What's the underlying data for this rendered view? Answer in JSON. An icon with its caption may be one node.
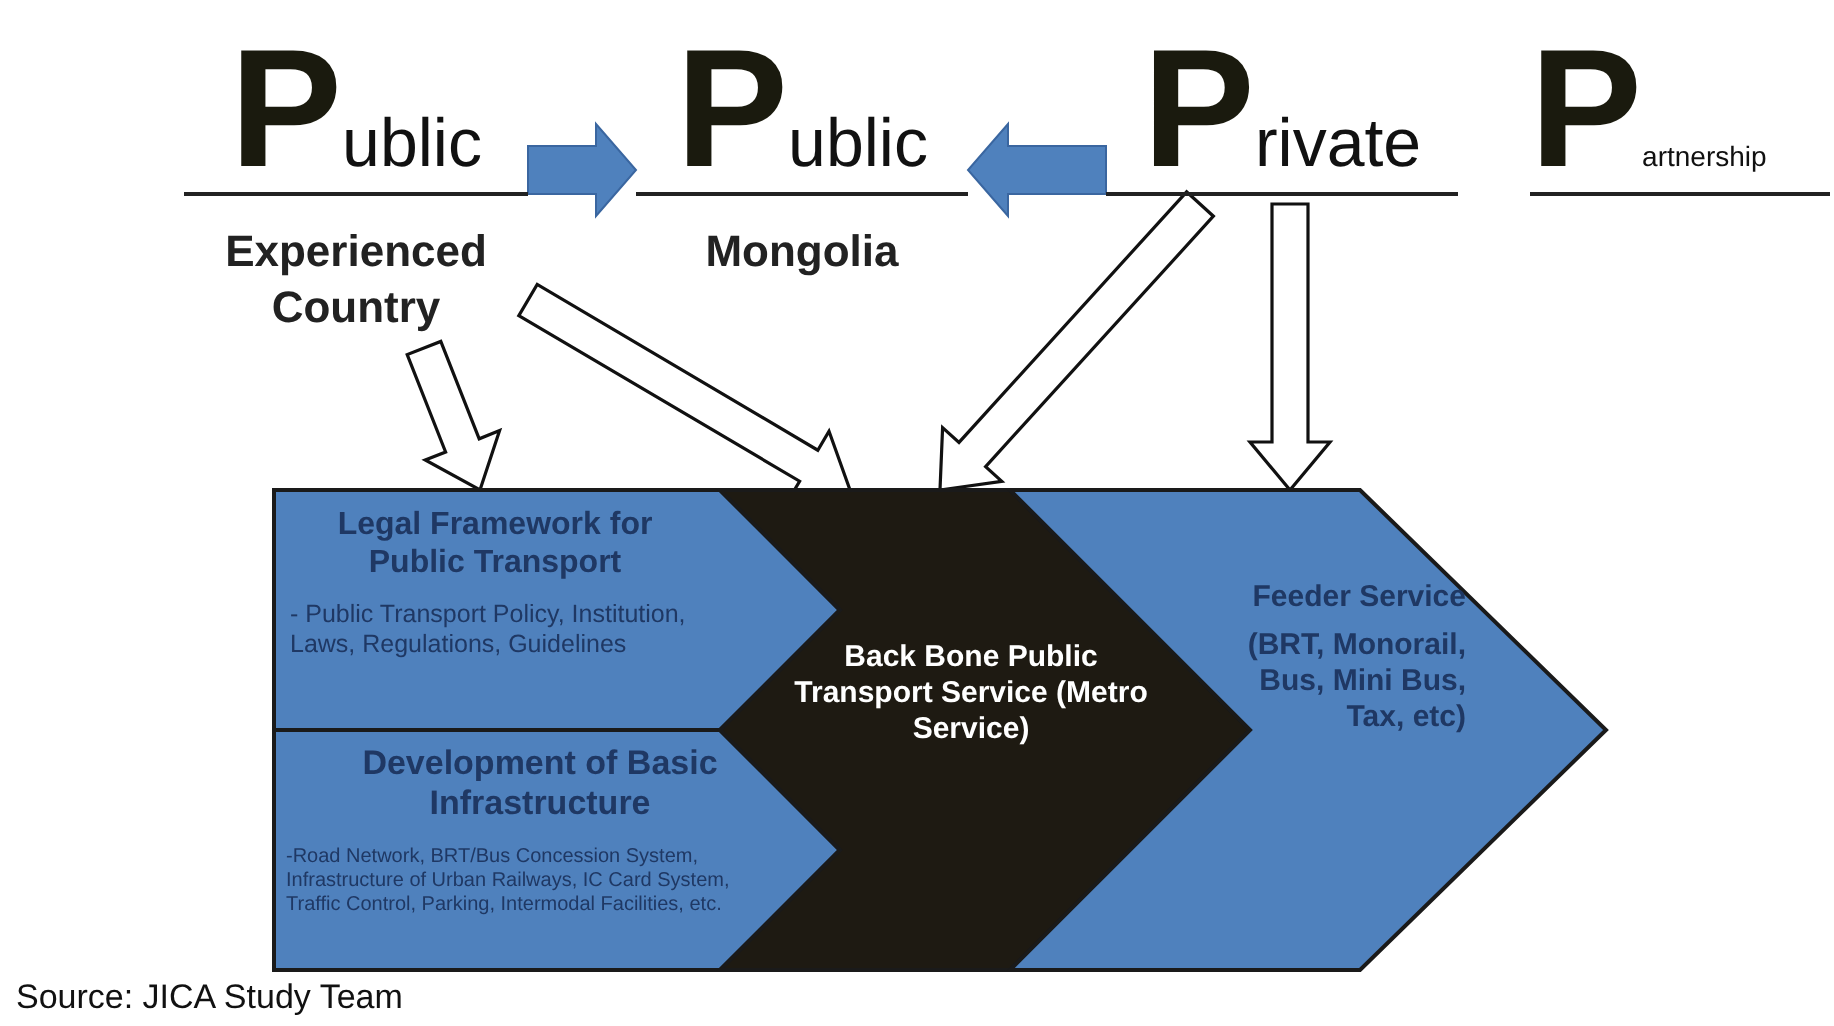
{
  "diagram": {
    "nodes": [
      {
        "text": [
          "Public",
          "Experienced Country"
        ]
      },
      {
        "text": [
          "Public",
          "Mongolia"
        ]
      },
      {
        "text": [
          "Private"
        ]
      },
      {
        "text": [
          "Legal Framework for Public Transport",
          "- Public Transport Policy, Institution, Laws, Regulations, Guidelines"
        ]
      },
      {
        "text": [
          "Development of Basic Infrastructure",
          "-Road Network, BRT/Bus Concession System, Infrastructure of Urban Railways, IC Card System, Traffic Control, Parking, Intermodal Facilities, etc."
        ]
      },
      {
        "text": [
          "Back Bone Public Transport Service (Metro Service)"
        ]
      },
      {
        "text": [
          "Feeder Service",
          "(BRT, Monorail, Bus, Mini Bus, Tax, etc)"
        ]
      }
    ],
    "edges": [
      {
        "from": 0,
        "to": 1,
        "arrow": "to",
        "style": "thick",
        "color": "#4f81bd"
      },
      {
        "from": 2,
        "to": 1,
        "arrow": "to",
        "style": "thick",
        "color": "#4f81bd"
      },
      {
        "from": 0,
        "to": 3,
        "arrow": "to",
        "style": "thick"
      },
      {
        "from": 0,
        "to": 5,
        "arrow": "to",
        "style": "thick"
      },
      {
        "from": 2,
        "to": 5,
        "arrow": "to",
        "style": "thick"
      },
      {
        "from": 2,
        "to": 6,
        "arrow": "to",
        "style": "thick"
      }
    ],
    "labels": [
      "Partnership",
      "Source: JICA Study Team"
    ]
  }
}
